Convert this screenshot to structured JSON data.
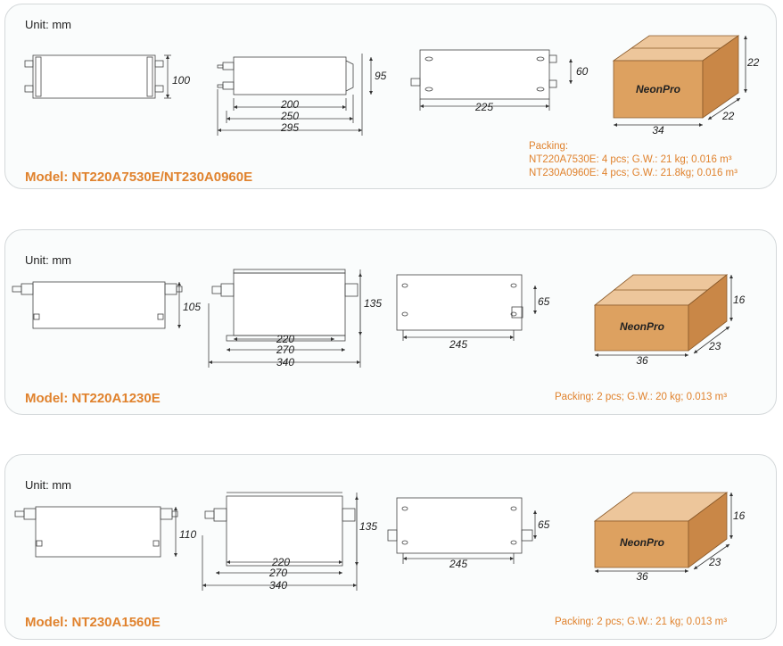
{
  "unit_label": "Unit: mm",
  "brand": "NeonPro",
  "colors": {
    "accent": "#e0822d",
    "box_front": "#dda160",
    "box_top": "#edc69b",
    "box_side": "#c98747"
  },
  "panels": [
    {
      "model": "Model: NT220A7530E/NT230A0960E",
      "packing_lines": [
        "Packing:",
        "NT220A7530E: 4 pcs;  G.W.:  21 kg; 0.016 m³",
        "NT230A0960E: 4 pcs;  G.W.:  21.8kg; 0.016 m³"
      ],
      "front_height": "100",
      "side_dims": [
        "200",
        "250",
        "295"
      ],
      "side_height": "95",
      "bottom_width": "225",
      "bottom_height": "60",
      "box_dims": {
        "length": "34",
        "width": "22",
        "height": "22"
      }
    },
    {
      "model": "Model: NT220A1230E",
      "packing_lines": [
        "Packing: 2 pcs;  G.W.: 20 kg; 0.013 m³"
      ],
      "front_height": "105",
      "side_dims": [
        "220",
        "270",
        "340"
      ],
      "side_height": "135",
      "bottom_width": "245",
      "bottom_height": "65",
      "box_dims": {
        "length": "36",
        "width": "23",
        "height": "16"
      }
    },
    {
      "model": "Model: NT230A1560E",
      "packing_lines": [
        "Packing: 2 pcs;  G.W.: 21 kg; 0.013 m³"
      ],
      "front_height": "110",
      "side_dims": [
        "220",
        "270",
        "340"
      ],
      "side_height": "135",
      "bottom_width": "245",
      "bottom_height": "65",
      "box_dims": {
        "length": "36",
        "width": "23",
        "height": "16"
      }
    }
  ]
}
